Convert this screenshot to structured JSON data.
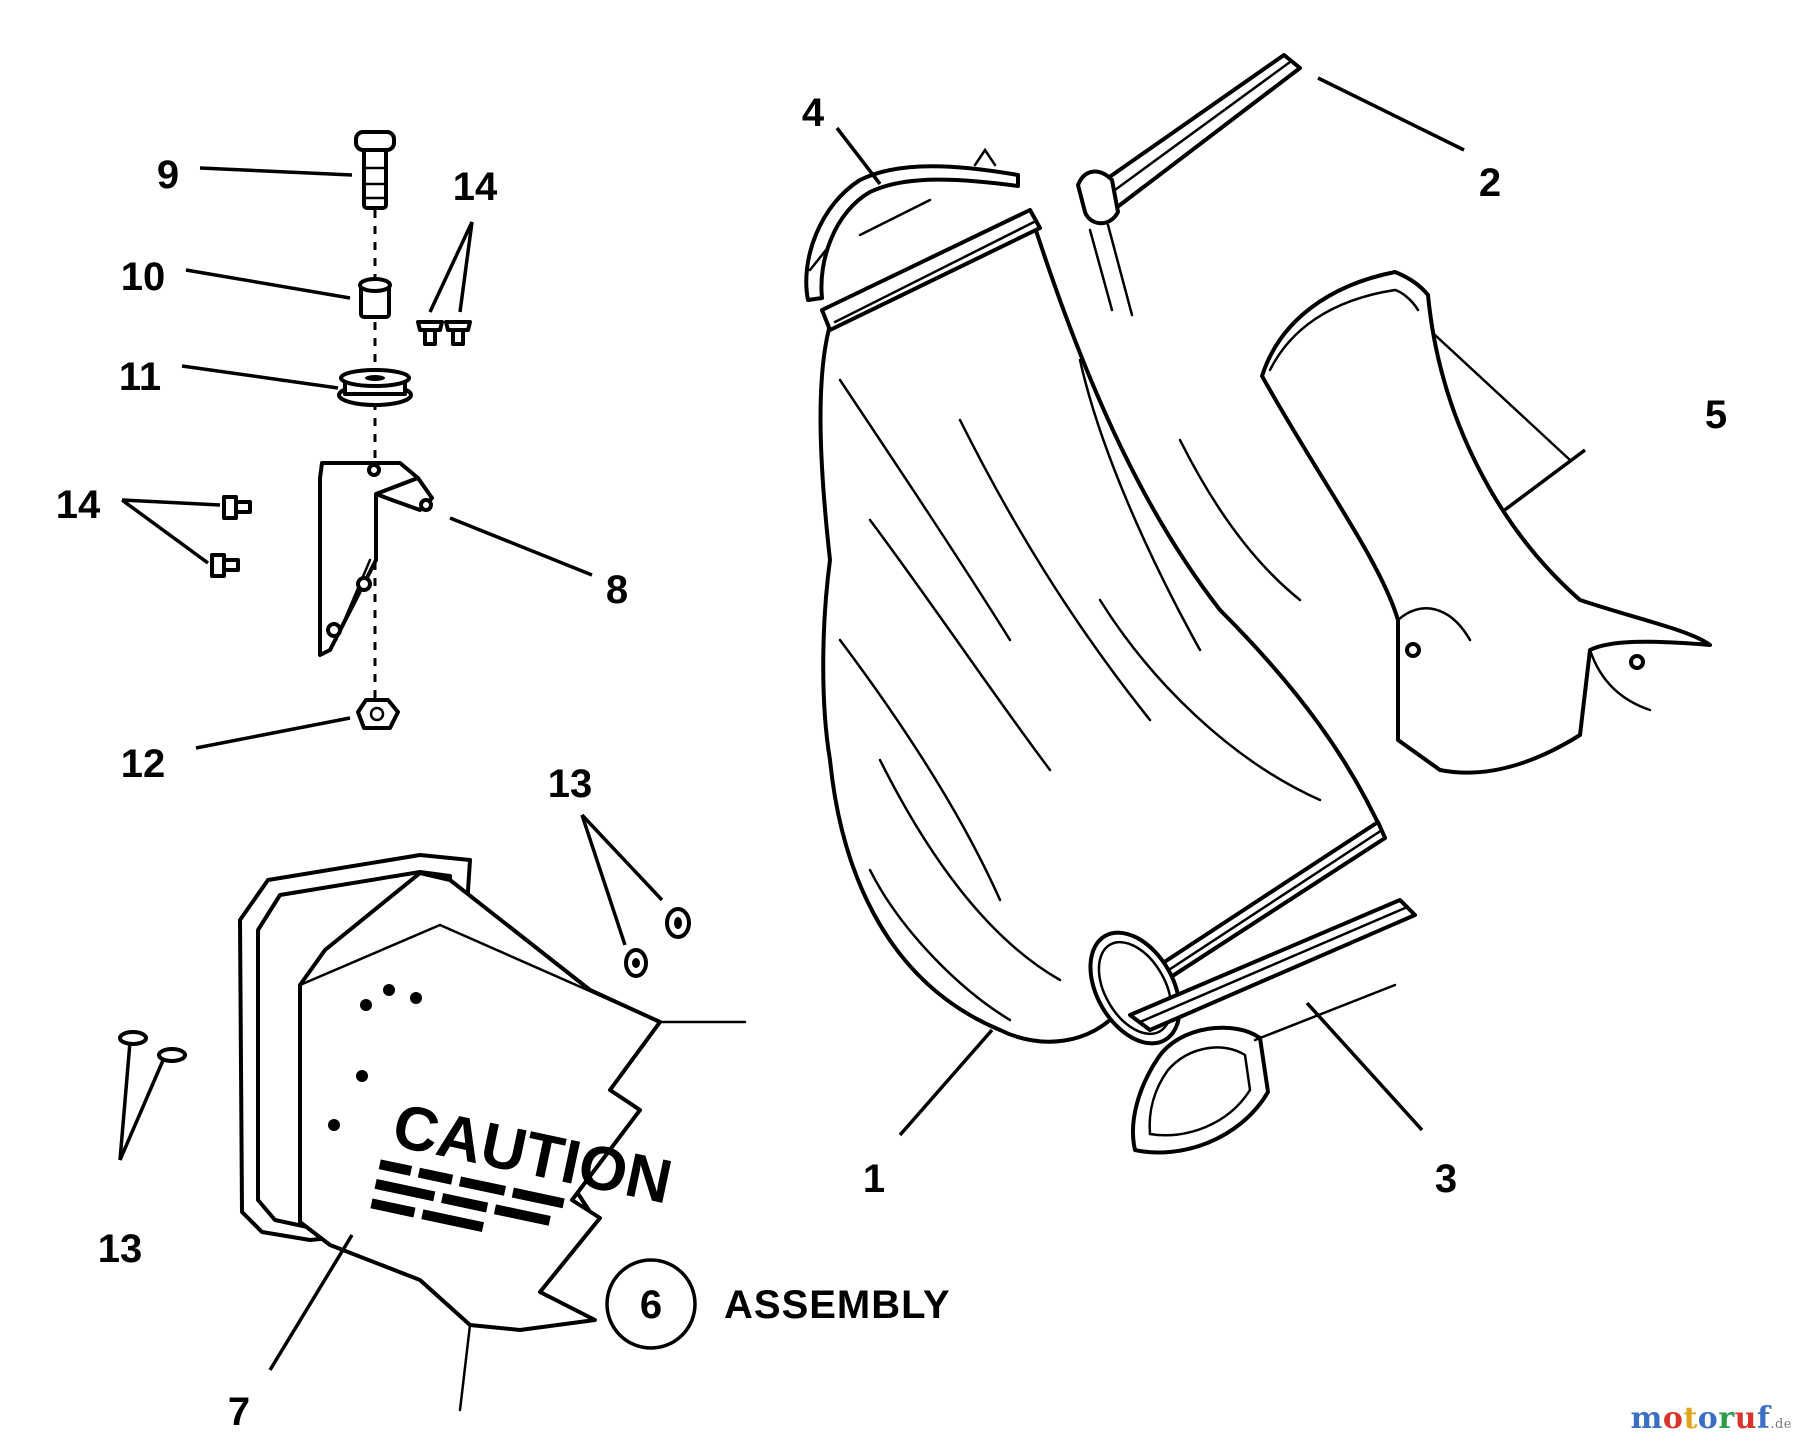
{
  "callouts": [
    {
      "id": "1",
      "label": "1"
    },
    {
      "id": "2",
      "label": "2"
    },
    {
      "id": "3",
      "label": "3"
    },
    {
      "id": "4",
      "label": "4"
    },
    {
      "id": "5",
      "label": "5"
    },
    {
      "id": "6",
      "label": "6"
    },
    {
      "id": "7",
      "label": "7"
    },
    {
      "id": "8",
      "label": "8"
    },
    {
      "id": "9",
      "label": "9"
    },
    {
      "id": "10",
      "label": "10"
    },
    {
      "id": "11",
      "label": "11"
    },
    {
      "id": "12",
      "label": "12"
    },
    {
      "id": "13",
      "label": "13"
    },
    {
      "id": "14",
      "label": "14"
    }
  ],
  "assembly_label": "ASSEMBLY",
  "caution_text": "CAUTION",
  "watermark": {
    "text": "motoruf",
    "suffix": ".de",
    "letter_colors": [
      "#3b6fc4",
      "#d9342b",
      "#e0a51c",
      "#3b6fc4",
      "#2e9c48",
      "#d9342b",
      "#3b6fc4"
    ]
  }
}
